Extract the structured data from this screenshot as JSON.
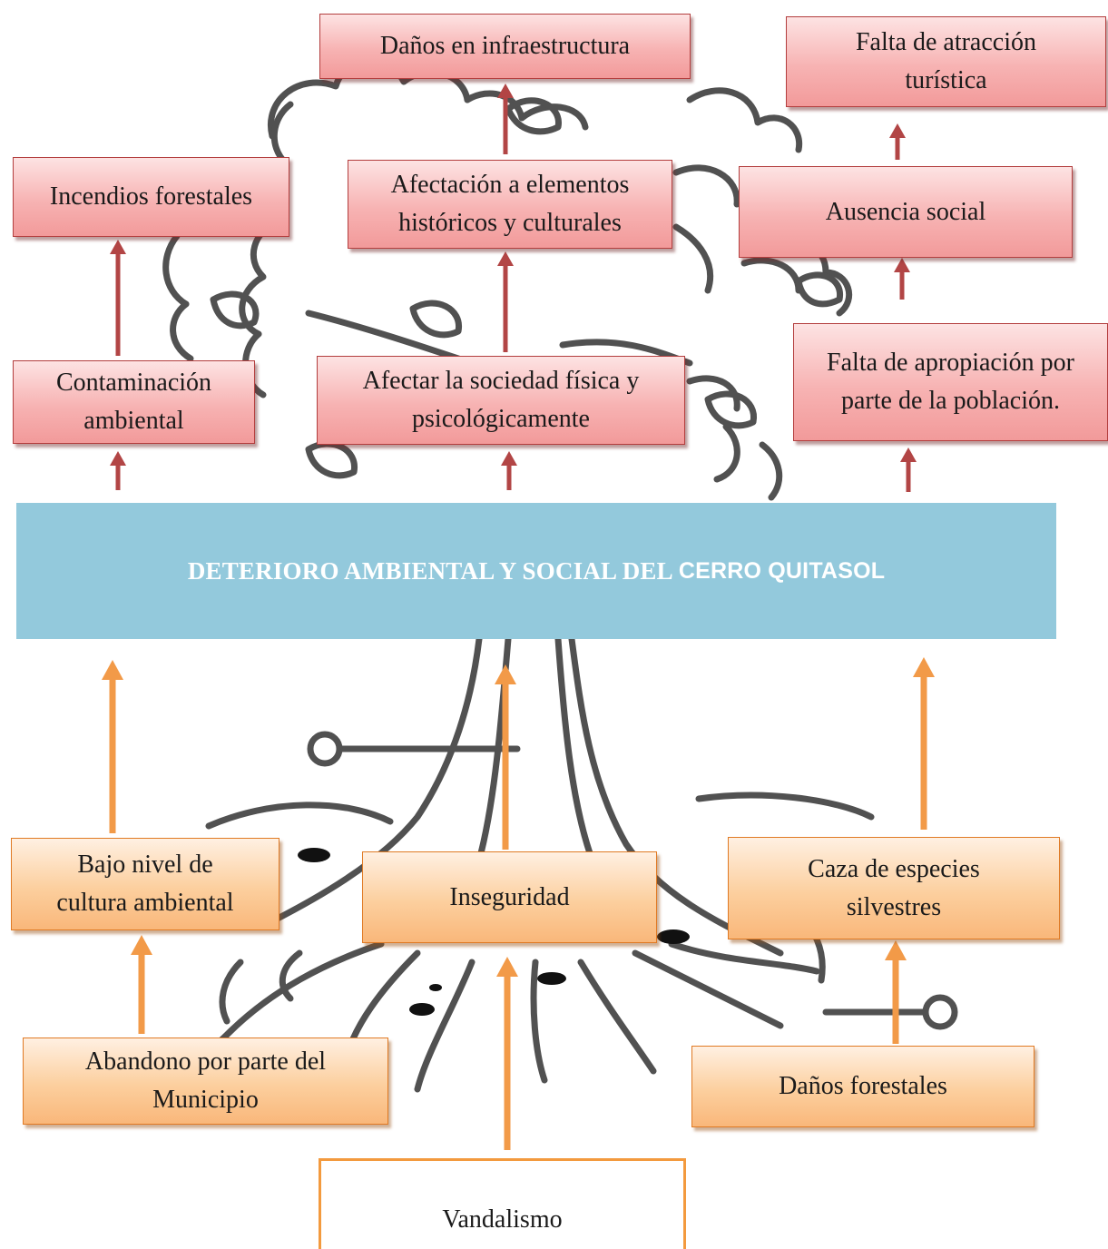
{
  "problem": {
    "part1": "DETERIORO AMBIENTAL Y SOCIAL DEL",
    "part2": "CERRO QUITASOL"
  },
  "effects": {
    "danos_infraestructura": "Daños en infraestructura",
    "falta_atraccion_line1": "Falta de atracción",
    "falta_atraccion_line2": "turística",
    "incendios": "Incendios forestales",
    "afectacion_line1": "Afectación a elementos",
    "afectacion_line2": "históricos y culturales",
    "ausencia": "Ausencia social",
    "contaminacion_line1": "Contaminación",
    "contaminacion_line2": "ambiental",
    "afectar_line1": "Afectar la sociedad física y",
    "afectar_line2": "psicológicamente",
    "falta_apropiacion_line1": "Falta de apropiación por",
    "falta_apropiacion_line2": "parte de la población."
  },
  "causes": {
    "bajo_line1": "Bajo nivel de",
    "bajo_line2": "cultura ambiental",
    "inseguridad": "Inseguridad",
    "caza_line1": "Caza de especies",
    "caza_line2": "silvestres",
    "abandono_line1": "Abandono por parte del",
    "abandono_line2": "Municipio",
    "danos_forestales": "Daños forestales",
    "vandalismo": "Vandalismo"
  },
  "colors": {
    "effect_arrow": "#b24545",
    "cause_arrow": "#f29a48",
    "problem_bg": "#93c9dc"
  }
}
